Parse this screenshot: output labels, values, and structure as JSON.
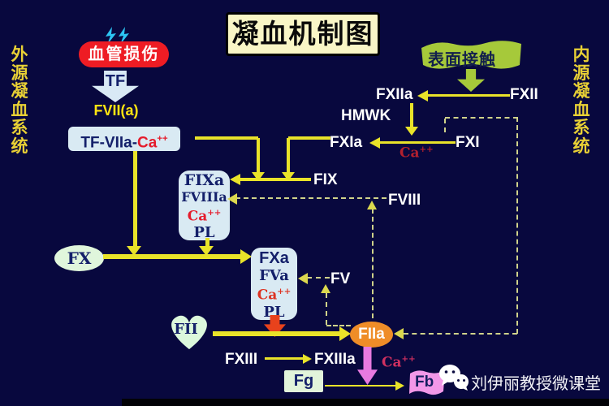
{
  "title": "凝血机制图",
  "sides": {
    "left": "外源凝血系统",
    "right": "内源凝血系统"
  },
  "watermark": "刘伊丽教授微课堂",
  "nodes": {
    "vessel_injury": "血管损伤",
    "tf": "TF",
    "fvii": "FVII(a)",
    "tf_viia_prefix": "TF-VIIa-",
    "ca": "Ca",
    "ca_sup": "++",
    "surface_contact": "表面接触",
    "fxii": "FXII",
    "fxiia": "FXIIa",
    "hmwk": "HMWK",
    "fxi": "FXI",
    "fxia": "FXIa",
    "fix": "FIX",
    "fixa": "FIXa",
    "fviiia": "FVIIIa",
    "pl": "PL",
    "fviii": "FVIII",
    "fx": "FX",
    "fxa": "FXa",
    "fva": "FVa",
    "fv": "FV",
    "fii": "FII",
    "fiia": "FIIa",
    "fxiii": "FXIII",
    "fxiiia": "FXIIIa",
    "fg": "Fg",
    "fb": "Fb"
  },
  "colors": {
    "background": "#08083e",
    "line_yellow": "#e9e329",
    "dashed_yellow": "#cfd28a",
    "box_blue": "#d9eaf3",
    "navy_text": "#14206a",
    "red_text": "#e51c2c",
    "dark_red_text": "#b3202e",
    "magenta_text": "#d03060",
    "yellow_text": "#ffe411",
    "side_text": "#e8d035",
    "vessel_red": "#ee1c24",
    "surface_green": "#a6c93a",
    "pale_green": "#e0f6dc",
    "orange": "#ef8d28",
    "red_arrow": "#e8421c",
    "pink_arrow": "#e87ae0",
    "fb_pink": "#f298e8",
    "title_bg": "#f9f6c6"
  }
}
